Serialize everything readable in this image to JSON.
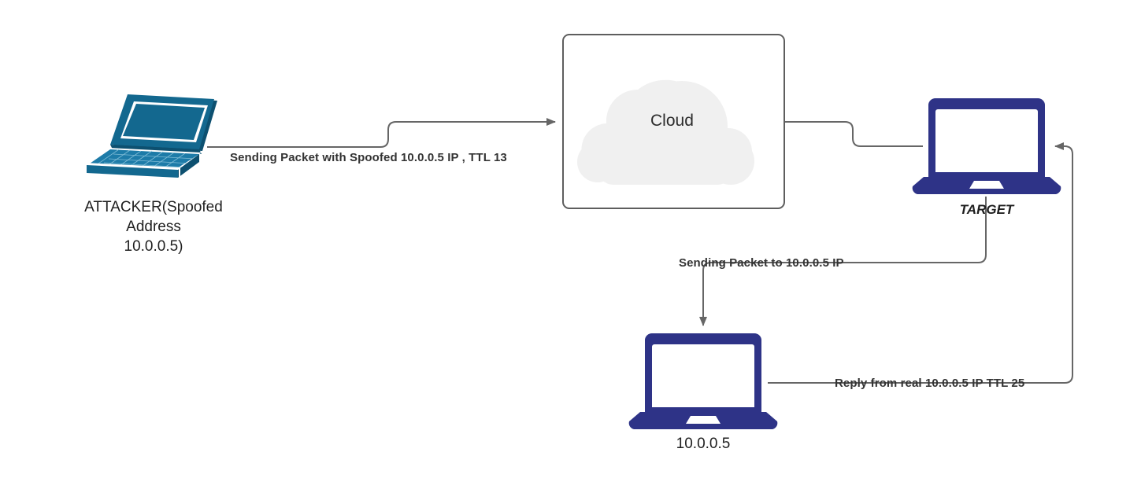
{
  "diagram": {
    "title": "IP Spoofing TTL Backscatter Diagram",
    "background": "#ffffff",
    "colors": {
      "attacker_laptop": "#13688f",
      "attacker_laptop_dark": "#0d5070",
      "attacker_laptop_light": "#1d7ba8",
      "navy_laptop": "#2e3387",
      "wire": "#666666",
      "cloud_fill": "#f0f0f0",
      "cloud_border": "#5e5e5e",
      "label_text": "#333333",
      "node_text": "#1f1f1f"
    }
  },
  "nodes": {
    "attacker": {
      "label": "ATTACKER(Spoofed\nAddress\n10.0.0.5)",
      "icon": "laptop-isometric-icon"
    },
    "cloud": {
      "label": "Cloud",
      "icon": "cloud-icon"
    },
    "target": {
      "label": "TARGET",
      "icon": "laptop-icon"
    },
    "victim": {
      "label": "10.0.0.5",
      "icon": "laptop-icon"
    }
  },
  "edges": [
    {
      "id": "attacker-to-cloud",
      "label": "Sending Packet with Spoofed 10.0.0.5 IP , TTL 13",
      "from": "attacker",
      "to": "cloud",
      "arrow": true
    },
    {
      "id": "cloud-to-target",
      "label": "",
      "from": "cloud",
      "to": "target",
      "arrow": false
    },
    {
      "id": "target-to-victim",
      "label": "Sending Packet to 10.0.0.5 IP",
      "from": "target",
      "to": "victim",
      "arrow": true
    },
    {
      "id": "victim-to-target",
      "label": "Reply from real 10.0.0.5 IP TTL 25",
      "from": "victim",
      "to": "target",
      "arrow": true
    }
  ]
}
